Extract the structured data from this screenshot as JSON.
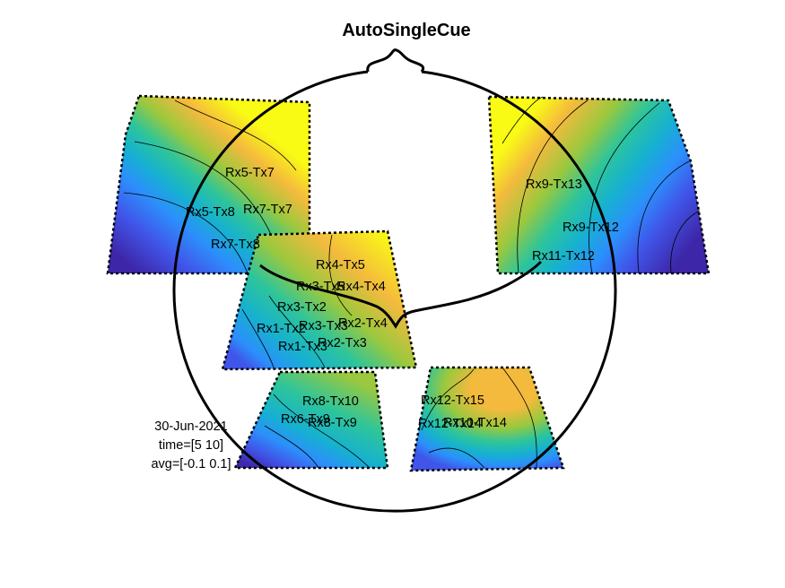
{
  "figure": {
    "title": "AutoSingleCue",
    "info": {
      "date": "30-Jun-2021",
      "time": "time=[5 10]",
      "avg": "avg=[-0.1 0.1]"
    }
  },
  "colormap": [
    "#3e26a8",
    "#4055e9",
    "#2c8ffc",
    "#16b1d0",
    "#2ec59a",
    "#9bc83e",
    "#f4ba3d",
    "#f9fb15"
  ],
  "outline_color": "#000000",
  "probes": [
    {
      "id": "left-frontal",
      "channels": [
        "Rx5-Tx7",
        "Rx5-Tx8",
        "Rx7-Tx7",
        "Rx7-Tx8"
      ]
    },
    {
      "id": "right-frontal",
      "channels": [
        "Rx9-Tx13",
        "Rx9-Tx12",
        "Rx11-Tx12"
      ]
    },
    {
      "id": "central",
      "channels": [
        "Rx4-Tx5",
        "Rx3-Tx5",
        "Rx4-Tx4",
        "Rx3-Tx2",
        "Rx1-Tx2",
        "Rx3-Tx3",
        "Rx2-Tx4",
        "Rx1-Tx3",
        "Rx2-Tx3"
      ]
    },
    {
      "id": "left-occipital",
      "channels": [
        "Rx8-Tx10",
        "Rx6-Tx9",
        "Rx8-Tx9"
      ]
    },
    {
      "id": "right-occipital",
      "channels": [
        "Rx12-Tx15",
        "Rx12-Tx14",
        "Rx10-Tx14"
      ]
    }
  ]
}
